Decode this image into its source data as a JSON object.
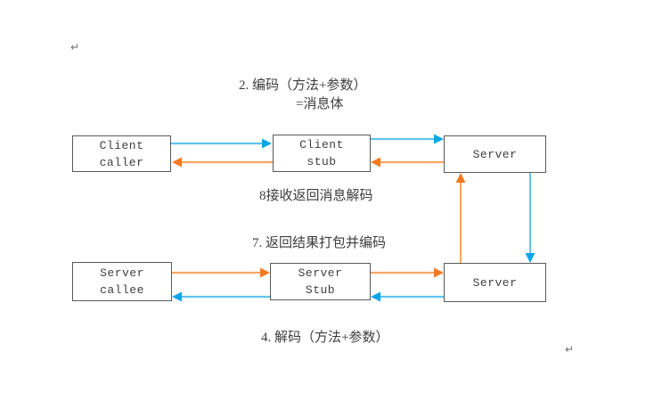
{
  "colors": {
    "blue_line": "#5fc4ee",
    "blue_head": "#0ba6e9",
    "orange_line": "#f7a564",
    "orange_head": "#f4791f",
    "box_border": "#595959",
    "text": "#3f3f3f"
  },
  "nodes": {
    "client_caller": {
      "line1": "Client",
      "line2": "caller"
    },
    "client_stub": {
      "line1": "Client",
      "line2": "stub"
    },
    "server_top": {
      "line1": "Server"
    },
    "server_callee": {
      "line1": "Server",
      "line2": "callee"
    },
    "server_stub": {
      "line1": "Server",
      "line2": "Stub"
    },
    "server_bottom": {
      "line1": "Server"
    }
  },
  "annotations": {
    "step2_line1": "2. 编码（方法+参数）",
    "step2_line2": "=消息体",
    "step8": "8接收返回消息解码",
    "step7": "7. 返回结果打包并编码",
    "step4": "4. 解码（方法+参数）",
    "paragraph_mark": "↵"
  },
  "edges": [
    {
      "from": "Client caller",
      "to": "Client stub",
      "color": "blue",
      "direction": "right"
    },
    {
      "from": "Client stub",
      "to": "Client caller",
      "color": "orange",
      "direction": "left"
    },
    {
      "from": "Client stub",
      "to": "Server (top)",
      "color": "blue",
      "direction": "right"
    },
    {
      "from": "Server (top)",
      "to": "Client stub",
      "color": "orange",
      "direction": "left"
    },
    {
      "from": "Server callee",
      "to": "Server Stub",
      "color": "orange",
      "direction": "right"
    },
    {
      "from": "Server Stub",
      "to": "Server callee",
      "color": "blue",
      "direction": "left"
    },
    {
      "from": "Server Stub",
      "to": "Server (bottom)",
      "color": "orange",
      "direction": "right"
    },
    {
      "from": "Server (bottom)",
      "to": "Server Stub",
      "color": "blue",
      "direction": "left"
    },
    {
      "from": "Server (bottom)",
      "to": "Server (top)",
      "color": "orange",
      "direction": "up"
    },
    {
      "from": "Server (top)",
      "to": "Server (bottom)",
      "color": "blue",
      "direction": "down"
    }
  ]
}
